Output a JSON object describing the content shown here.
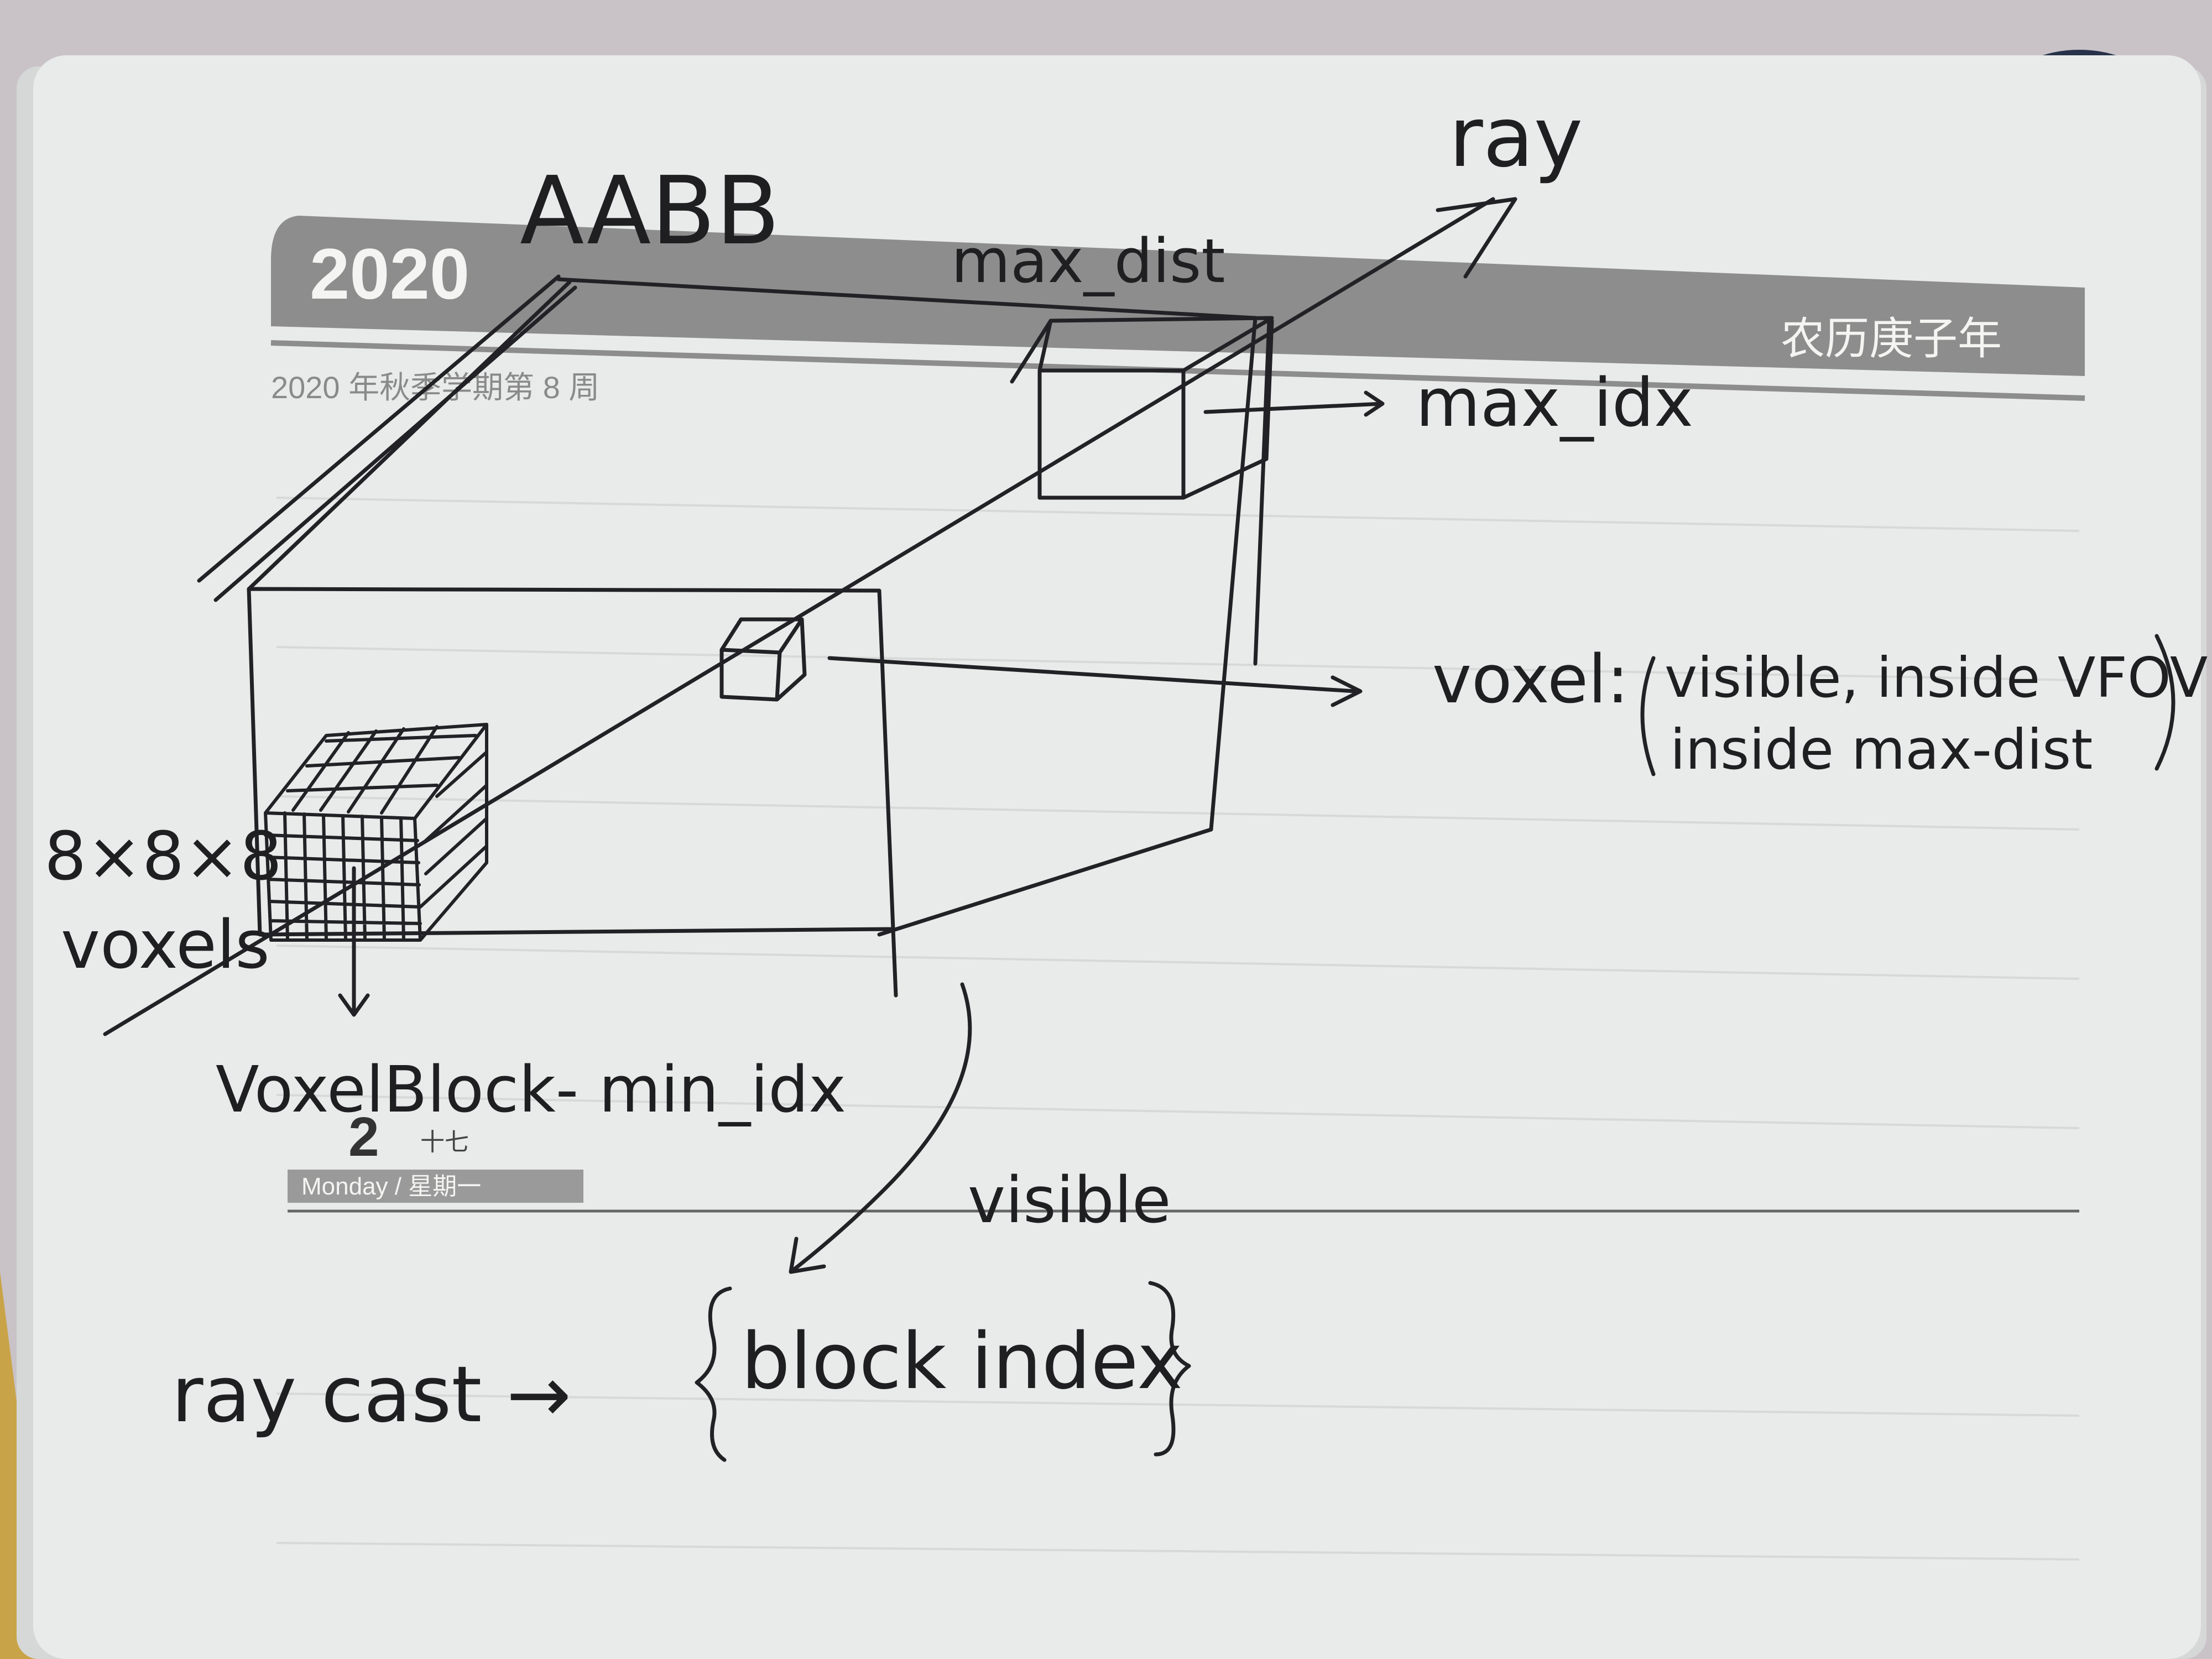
{
  "planner": {
    "year": "2020",
    "week_label": "2020 年秋季学期第 8 周",
    "lunar_year": "农历庚子年",
    "day_number": "2",
    "lunar_day": "十七",
    "weekday": "Monday / 星期一"
  },
  "sketch": {
    "aabb": "AABB",
    "ray": "ray",
    "max_dist": "max_dist",
    "max_idx": "max_idx",
    "voxel_prefix": "voxel:",
    "voxel_line1": "visible, inside VFOV",
    "voxel_line2": "inside max-dist",
    "grid_line1": "8×8×8",
    "grid_line2": "voxels",
    "min_idx": "VoxelBlock- min_idx",
    "visible": "visible",
    "raycast": "ray cast →",
    "block_index": "block index"
  },
  "colors": {
    "paper": "#e9ebea",
    "banner": "#8d8d8d",
    "ink": "#222226",
    "background": "#c7c2c6"
  }
}
